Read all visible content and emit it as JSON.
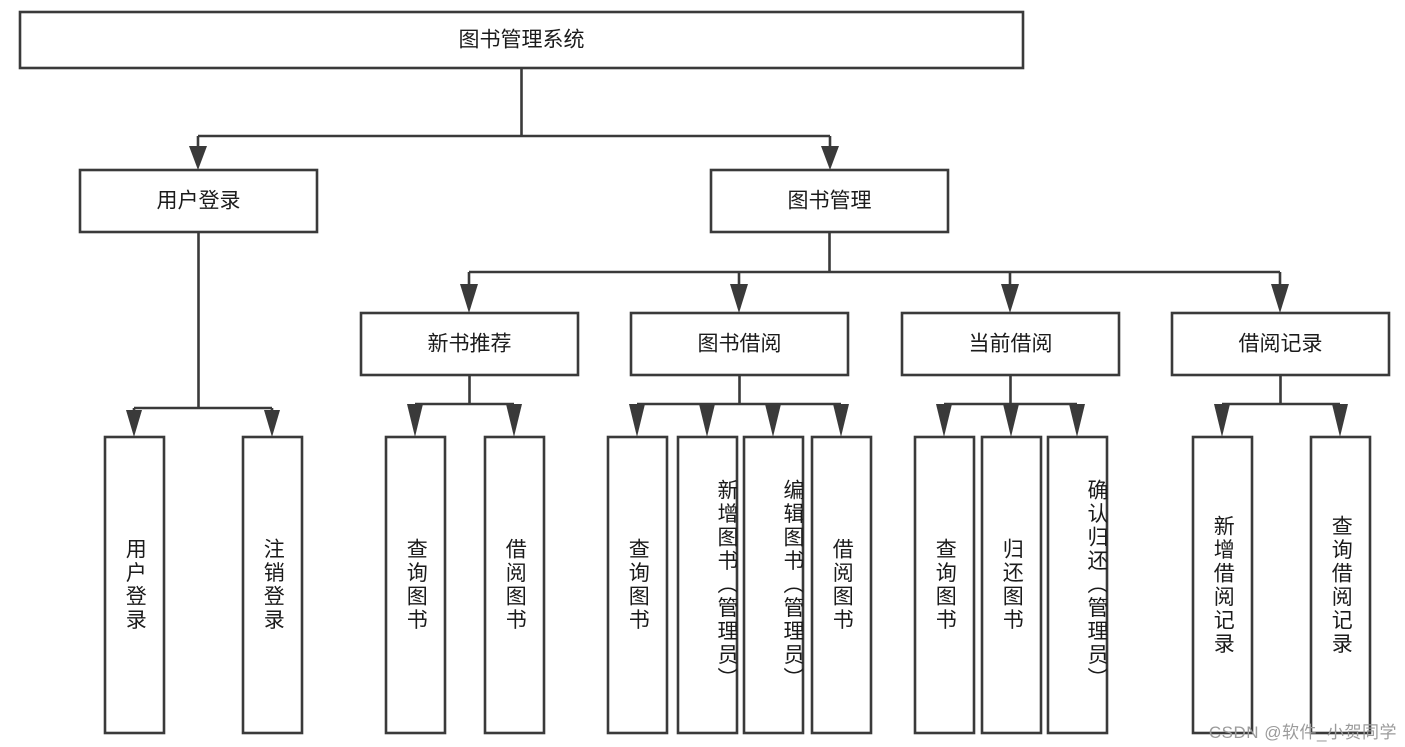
{
  "diagram": {
    "title": "图书管理系统",
    "watermark": "CSDN @软件_小贺同学",
    "colors": {
      "stroke": "#3a3a3a",
      "fill": "#ffffff",
      "text": "#1b1b1b",
      "watermark": "#9b9b9b"
    },
    "root": {
      "label": "图书管理系统"
    },
    "level2": [
      {
        "label": "用户登录"
      },
      {
        "label": "图书管理"
      }
    ],
    "level3": [
      {
        "label": "新书推荐"
      },
      {
        "label": "图书借阅"
      },
      {
        "label": "当前借阅"
      },
      {
        "label": "借阅记录"
      }
    ],
    "leaves": {
      "user_login": [
        {
          "label": "用户登录"
        },
        {
          "label": "注销登录"
        }
      ],
      "new_book_recommend": [
        {
          "label": "查询图书"
        },
        {
          "label": "借阅图书"
        }
      ],
      "book_borrow": [
        {
          "label": "查询图书"
        },
        {
          "label": "新增图书（管理员）"
        },
        {
          "label": "编辑图书（管理员）"
        },
        {
          "label": "借阅图书"
        }
      ],
      "current_borrow": [
        {
          "label": "查询图书"
        },
        {
          "label": "归还图书"
        },
        {
          "label": "确认归还（管理员）"
        }
      ],
      "borrow_record": [
        {
          "label": "新增借阅记录"
        },
        {
          "label": "查询借阅记录"
        }
      ]
    }
  }
}
